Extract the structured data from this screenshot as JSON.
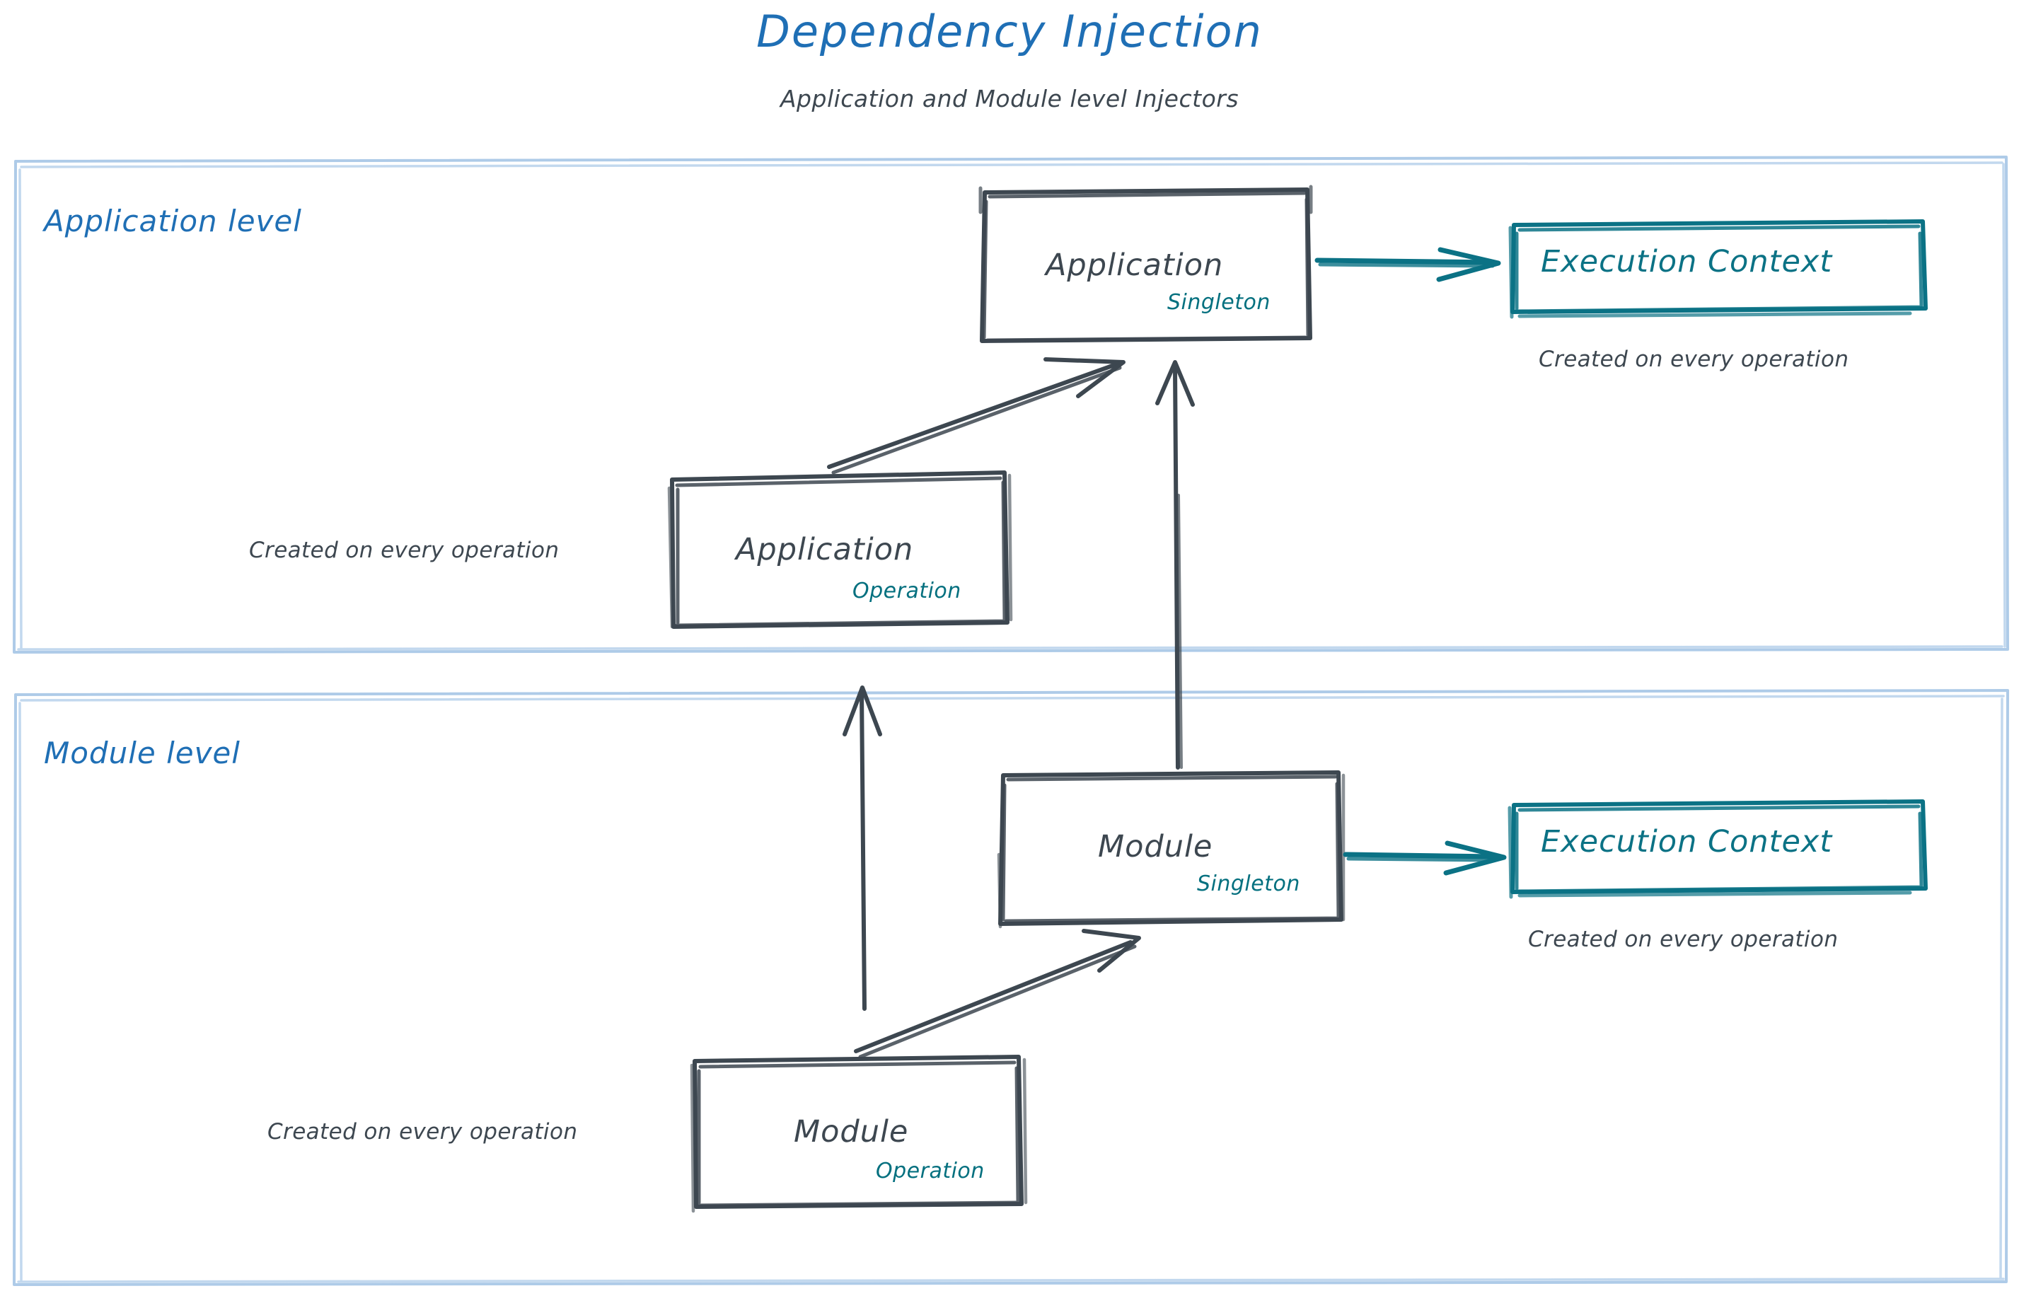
{
  "header": {
    "title": "Dependency Injection",
    "subtitle": "Application and Module level Injectors"
  },
  "colors": {
    "title_blue": "#1f6fb5",
    "lane_border": "#aecbe8",
    "node_stroke": "#3d4750",
    "node_text": "#3d4750",
    "scope_teal": "#04707f",
    "context_teal": "#0b7285",
    "background": "#ffffff"
  },
  "lanes": [
    {
      "id": "application-level",
      "label": "Application level",
      "nodes": [
        {
          "id": "application-singleton",
          "title": "Application",
          "scope": "Singleton"
        },
        {
          "id": "application-operation",
          "title": "Application",
          "scope": "Operation"
        },
        {
          "id": "execution-context-application",
          "title": "Execution Context"
        }
      ],
      "captions": [
        {
          "id": "caption-execution-context-application",
          "text": "Created on every operation"
        },
        {
          "id": "caption-application-operation",
          "text": "Created on every operation"
        }
      ]
    },
    {
      "id": "module-level",
      "label": "Module level",
      "nodes": [
        {
          "id": "module-singleton",
          "title": "Module",
          "scope": "Singleton"
        },
        {
          "id": "module-operation",
          "title": "Module",
          "scope": "Operation"
        },
        {
          "id": "execution-context-module",
          "title": "Execution Context"
        }
      ],
      "captions": [
        {
          "id": "caption-execution-context-module",
          "text": "Created on every operation"
        },
        {
          "id": "caption-module-operation",
          "text": "Created on every operation"
        }
      ]
    }
  ],
  "edges": [
    {
      "id": "app-singleton-to-context",
      "from": "application-singleton",
      "to": "execution-context-application",
      "color": "#0b7285"
    },
    {
      "id": "app-operation-to-app-singleton",
      "from": "application-operation",
      "to": "application-singleton",
      "color": "#3d4750"
    },
    {
      "id": "module-singleton-to-app-singleton",
      "from": "module-singleton",
      "to": "application-singleton",
      "color": "#3d4750"
    },
    {
      "id": "module-singleton-to-context",
      "from": "module-singleton",
      "to": "execution-context-module",
      "color": "#0b7285"
    },
    {
      "id": "module-operation-to-module-singleton",
      "from": "module-operation",
      "to": "module-singleton",
      "color": "#3d4750"
    },
    {
      "id": "module-operation-to-application-operation",
      "from": "module-operation",
      "to": "application-operation",
      "color": "#3d4750"
    }
  ]
}
